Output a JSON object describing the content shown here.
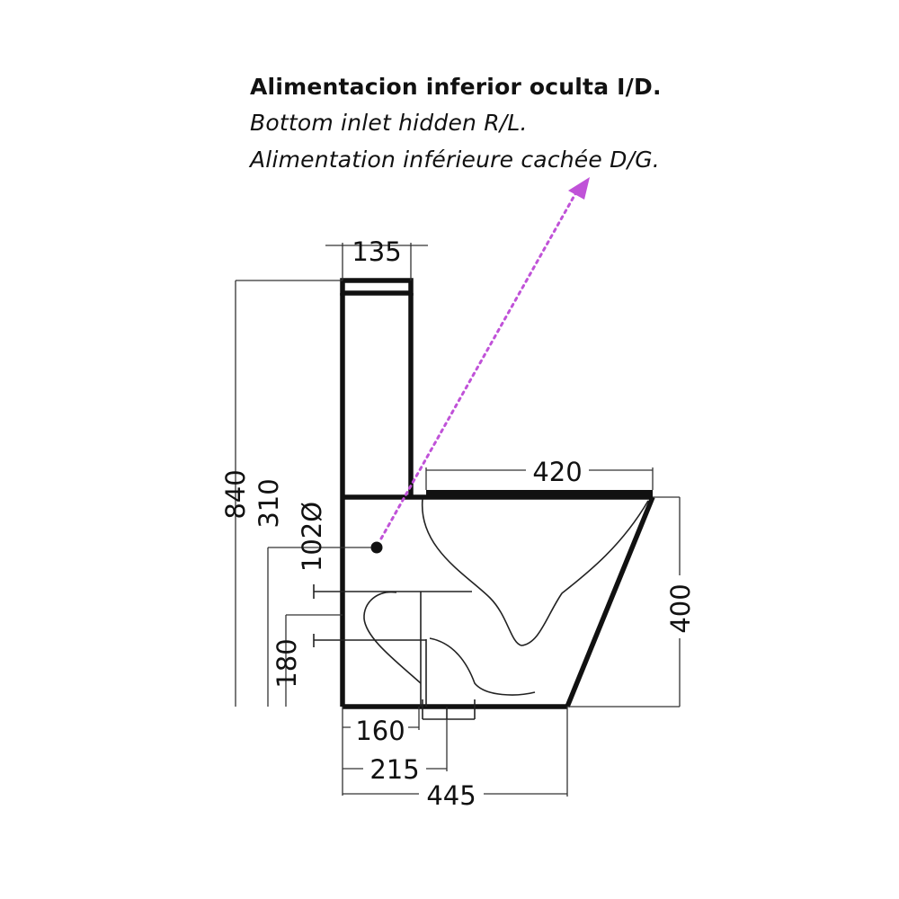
{
  "captions": {
    "spanish": "Alimentacion inferior oculta I/D.",
    "english": "Bottom inlet hidden R/L.",
    "french": "Alimentation inférieure cachée D/G."
  },
  "dimensions": {
    "tank_depth": "135",
    "total_height": "840",
    "inlet_height": "310",
    "outlet_diameter": "102Ø",
    "outlet_height": "180",
    "bowl_depth": "420",
    "bowl_height": "400",
    "outlet_distance_a": "160",
    "outlet_distance_b": "215",
    "total_depth": "445"
  },
  "colors": {
    "outline": "#111111",
    "inlet_arrow": "#c052d8"
  }
}
